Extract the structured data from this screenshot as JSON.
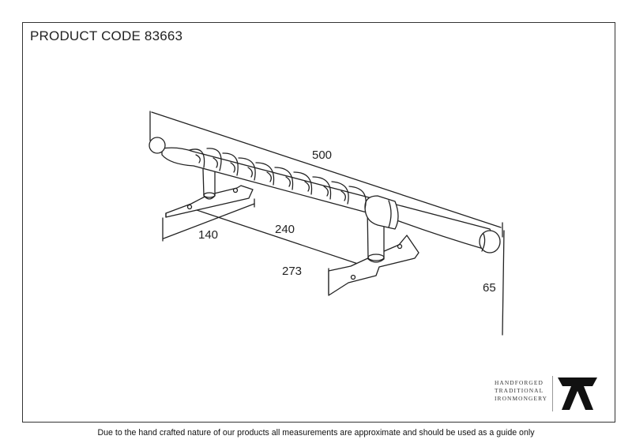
{
  "product_code": "PRODUCT CODE 83663",
  "dimensions": {
    "overall_length": "500",
    "fixing_centres": "240",
    "plate_length": "140",
    "plate_span": "273",
    "projection": "65"
  },
  "brand": {
    "line1": "HANDFORGED",
    "line2": "TRADITIONAL",
    "line3": "IRONMONGERY",
    "logo_icon": "anvil-a-logo-icon"
  },
  "footer_note": "Due to the hand crafted nature of our products all measurements are approximate and should be used as a guide only"
}
